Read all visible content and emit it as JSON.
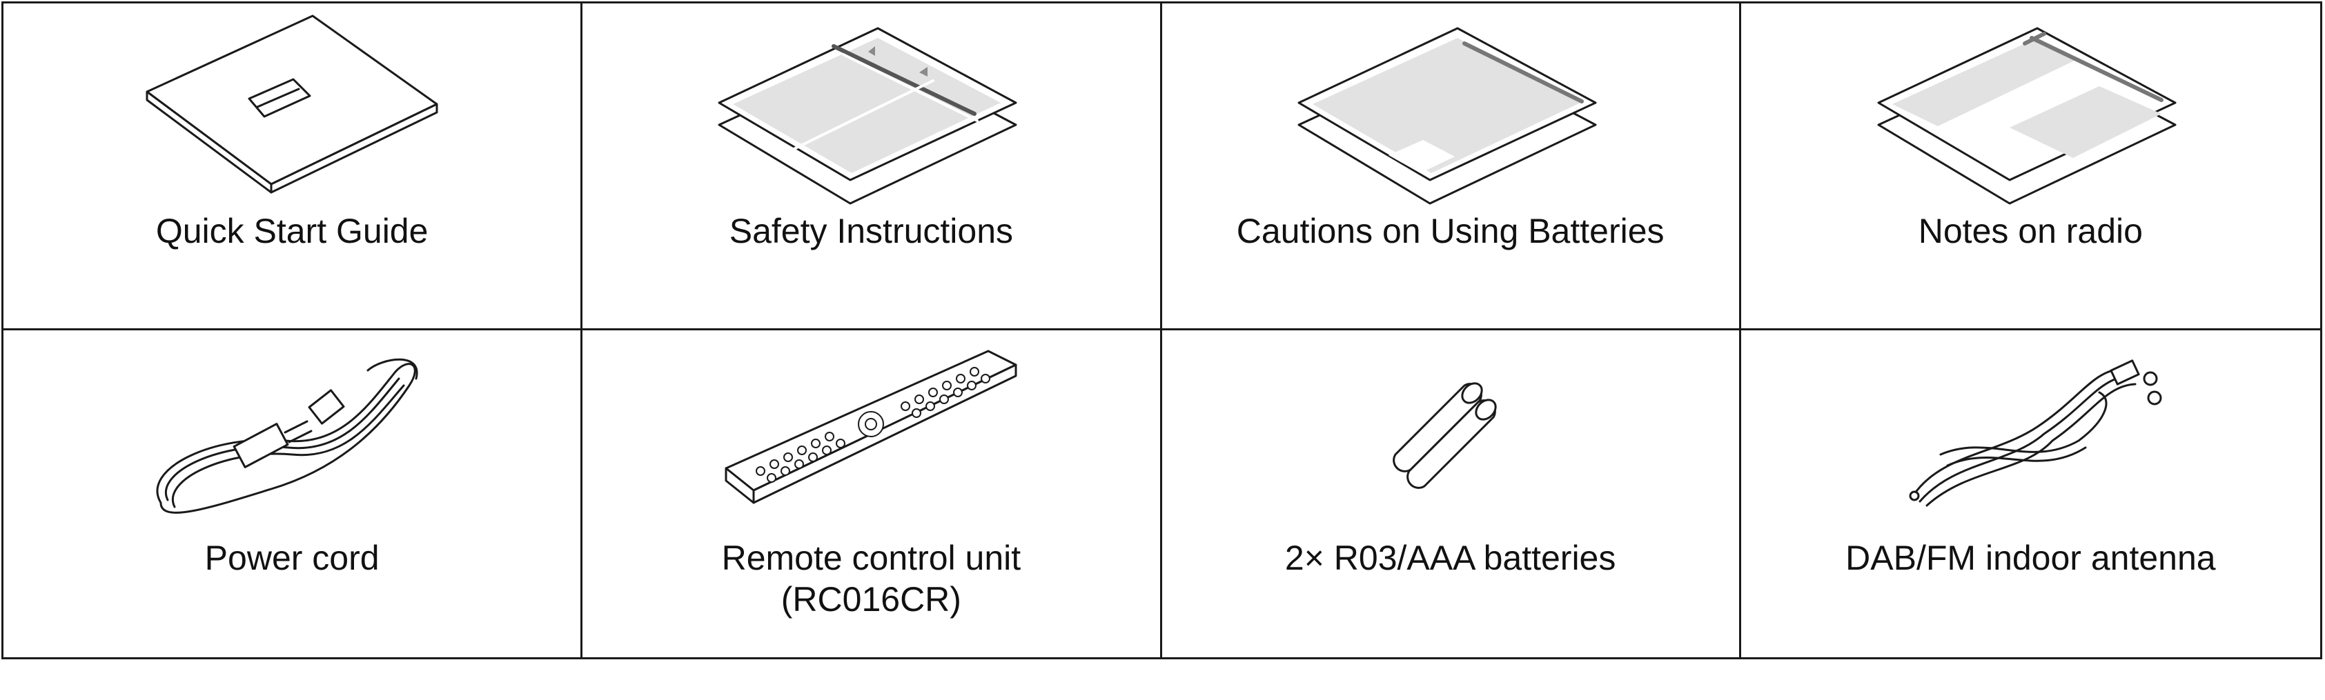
{
  "accessories": [
    {
      "label": "Quick Start Guide",
      "icon": "quick-start-guide-icon"
    },
    {
      "label": "Safety Instructions",
      "icon": "safety-instructions-sheet-icon"
    },
    {
      "label": "Cautions on Using Batteries",
      "icon": "battery-cautions-sheet-icon"
    },
    {
      "label": "Notes on radio",
      "icon": "radio-notes-sheet-icon"
    },
    {
      "label": "Power cord",
      "icon": "power-cord-icon"
    },
    {
      "label": "Remote control unit\n(RC016CR)",
      "icon": "remote-control-icon"
    },
    {
      "label": "2× R03/AAA batteries",
      "icon": "aaa-batteries-icon"
    },
    {
      "label": "DAB/FM indoor antenna",
      "icon": "indoor-antenna-icon"
    }
  ]
}
